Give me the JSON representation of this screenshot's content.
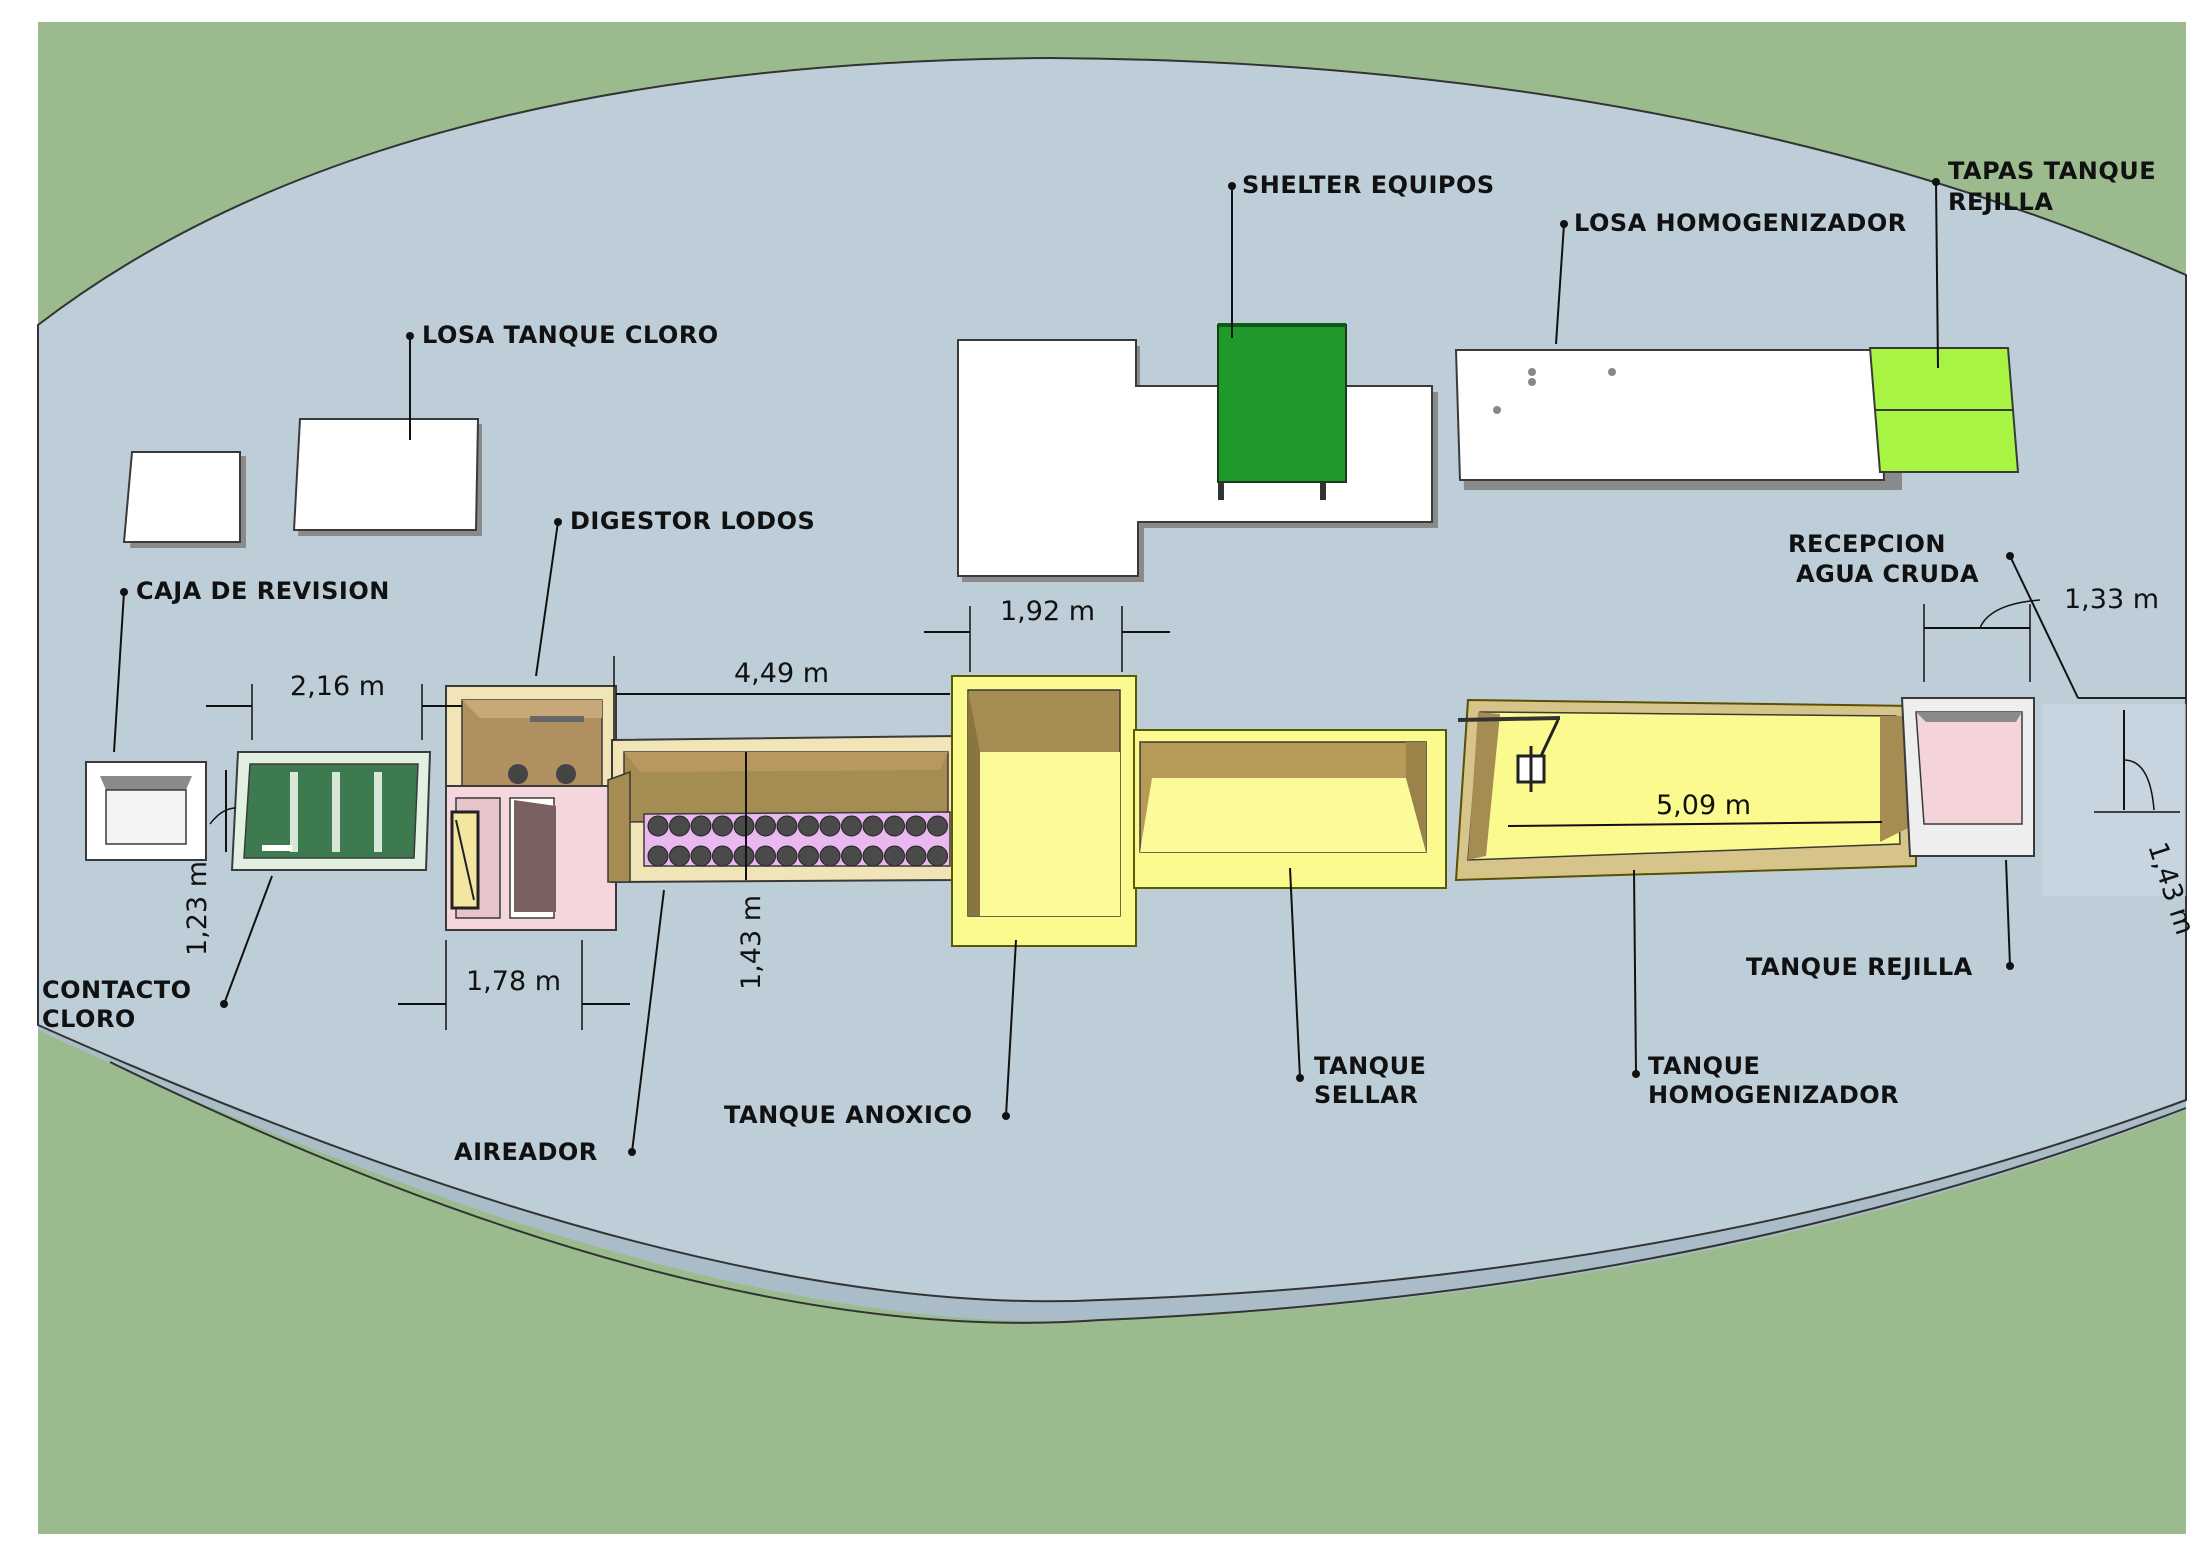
{
  "labels": {
    "losa_tanque_cloro": "LOSA TANQUE CLORO",
    "shelter_equipos": "SHELTER EQUIPOS",
    "losa_homogenizador": "LOSA HOMOGENIZADOR",
    "tapas_tanque_rejilla_1": "TAPAS TANQUE",
    "tapas_tanque_rejilla_2": "REJILLA",
    "digestor_lodos": "DIGESTOR LODOS",
    "caja_de_revision": "CAJA DE REVISION",
    "recepcion_agua_cruda_1": "RECEPCION",
    "recepcion_agua_cruda_2": "AGUA CRUDA",
    "contacto_cloro_1": "CONTACTO",
    "contacto_cloro_2": "CLORO",
    "aireador": "AIREADOR",
    "tanque_anoxico": "TANQUE ANOXICO",
    "tanque_sellar_1": "TANQUE",
    "tanque_sellar_2": "SELLAR",
    "tanque_homogenizador_1": "TANQUE",
    "tanque_homogenizador_2": "HOMOGENIZADOR",
    "tanque_rejilla": "TANQUE REJILLA"
  },
  "dimensions": {
    "contacto_cloro_length": "2,16 m",
    "contacto_cloro_width": "1,23 m",
    "digestor_width": "1,78 m",
    "aireador_length": "4,49 m",
    "aireador_width": "1,43 m",
    "anoxico_length": "1,92 m",
    "homogenizador_length": "5,09 m",
    "rejilla_length": "1,33 m",
    "rejilla_width": "1,43 m"
  },
  "colors": {
    "grass": "#9bbb8e",
    "platform": "#bdced8",
    "slab": "#ffffff",
    "shelter": "#1f9a2a",
    "grate_covers": "#a7f542",
    "tank_yellow": "#fafa8e",
    "tank_tan": "#e8d9a4",
    "tank_interior": "#a48c52",
    "digester_pink": "#f5d6dc"
  }
}
